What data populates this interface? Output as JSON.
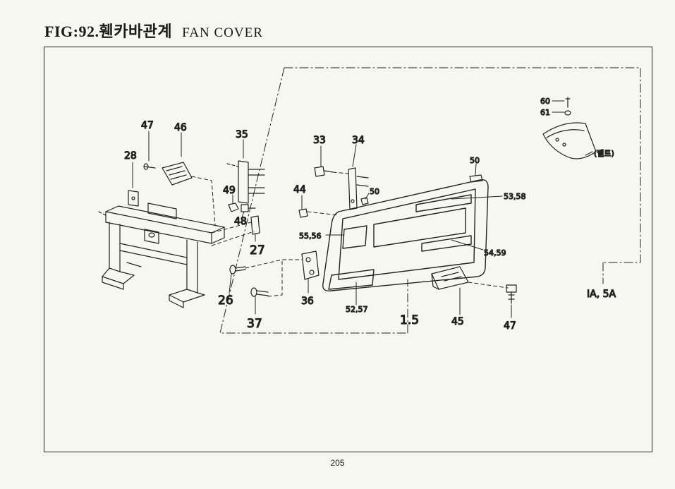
{
  "header": {
    "fig_prefix": "FIG:92.",
    "korean_title": "휀카바관계",
    "english_title": "FAN COVER"
  },
  "callouts": {
    "c47a": "47",
    "c46": "46",
    "c28": "28",
    "c35": "35",
    "c49": "49",
    "c48": "48",
    "c27": "27",
    "c26": "26",
    "c37": "37",
    "c36": "36",
    "c33": "33",
    "c34": "34",
    "c44": "44",
    "c50a": "50",
    "c50b": "50",
    "c5358": "53,58",
    "c5556": "55,56",
    "c5459": "54,59",
    "c5257": "52,57",
    "c15": "1.5",
    "c45": "45",
    "c47b": "47",
    "c1a5a": "IA, 5A",
    "c60": "60",
    "c61": "61",
    "c_belt": "(벨트)"
  },
  "footer": {
    "page_number": "205"
  }
}
